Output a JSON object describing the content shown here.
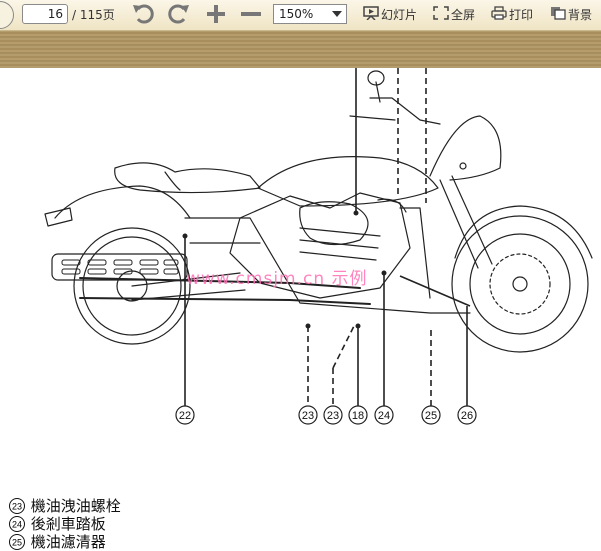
{
  "toolbar": {
    "page_current": "16",
    "page_total": "/ 115页",
    "zoom": "150%",
    "slideshow": "幻灯片",
    "fullscreen": "全屏",
    "print": "打印",
    "background": "背景"
  },
  "diagram": {
    "callouts": [
      "22",
      "23",
      "23",
      "18",
      "24",
      "25",
      "26"
    ],
    "watermark": "www.cmsjm.cn 示例"
  },
  "legend": [
    {
      "num": "23",
      "text": "機油洩油螺栓"
    },
    {
      "num": "24",
      "text": "後剎車踏板"
    },
    {
      "num": "25",
      "text": "機油濾清器"
    }
  ]
}
